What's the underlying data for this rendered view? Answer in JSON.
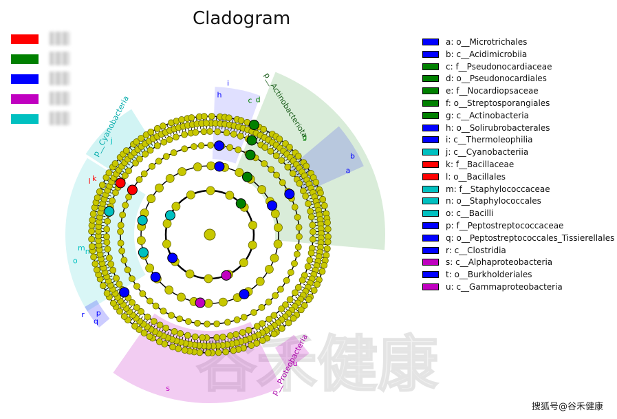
{
  "chart_data": {
    "type": "cladogram",
    "title": "Cladogram",
    "group_colors": [
      "#ff0000",
      "#008000",
      "#0000ff",
      "#c000c0",
      "#00c0c0"
    ],
    "phylum_labels": [
      {
        "text": "p__Actinobacteriota",
        "color": "#1a5c1a"
      },
      {
        "text": "p__Cyanobacteria",
        "color": "#00aaaa"
      },
      {
        "text": "p__Proteobacteria",
        "color": "#aa00aa"
      }
    ],
    "legend": [
      {
        "key": "a",
        "label": "a: o__Microtrichales",
        "color": "#0000ff"
      },
      {
        "key": "b",
        "label": "b: c__Acidimicrobiia",
        "color": "#0000ff"
      },
      {
        "key": "c",
        "label": "c: f__Pseudonocardiaceae",
        "color": "#008000"
      },
      {
        "key": "d",
        "label": "d: o__Pseudonocardiales",
        "color": "#008000"
      },
      {
        "key": "e",
        "label": "e: f__Nocardiopsaceae",
        "color": "#008000"
      },
      {
        "key": "f",
        "label": "f: o__Streptosporangiales",
        "color": "#008000"
      },
      {
        "key": "g",
        "label": "g: c__Actinobacteria",
        "color": "#008000"
      },
      {
        "key": "h",
        "label": "h: o__Solirubrobacterales",
        "color": "#0000ff"
      },
      {
        "key": "i",
        "label": "i: c__Thermoleophilia",
        "color": "#0000ff"
      },
      {
        "key": "j",
        "label": "j: c__Cyanobacteriia",
        "color": "#00c0c0"
      },
      {
        "key": "k",
        "label": "k: f__Bacillaceae",
        "color": "#ff0000"
      },
      {
        "key": "l",
        "label": "l: o__Bacillales",
        "color": "#ff0000"
      },
      {
        "key": "m",
        "label": "m: f__Staphylococcaceae",
        "color": "#00c0c0"
      },
      {
        "key": "n",
        "label": "n: o__Staphylococcales",
        "color": "#00c0c0"
      },
      {
        "key": "o",
        "label": "o: c__Bacilli",
        "color": "#00c0c0"
      },
      {
        "key": "p",
        "label": "p: f__Peptostreptococcaceae",
        "color": "#0000ff"
      },
      {
        "key": "q",
        "label": "q: o__Peptostreptococcales_Tissierellales",
        "color": "#0000ff"
      },
      {
        "key": "r",
        "label": "r: c__Clostridia",
        "color": "#0000ff"
      },
      {
        "key": "s",
        "label": "s: c__Alphaproteobacteria",
        "color": "#c000c0"
      },
      {
        "key": "t",
        "label": "t: o__Burkholderiales",
        "color": "#0000ff"
      },
      {
        "key": "u",
        "label": "u: c__Gammaproteobacteria",
        "color": "#c000c0"
      }
    ]
  },
  "watermark_text": "搜狐号@谷禾健康",
  "background_logo_text": "谷禾健康"
}
